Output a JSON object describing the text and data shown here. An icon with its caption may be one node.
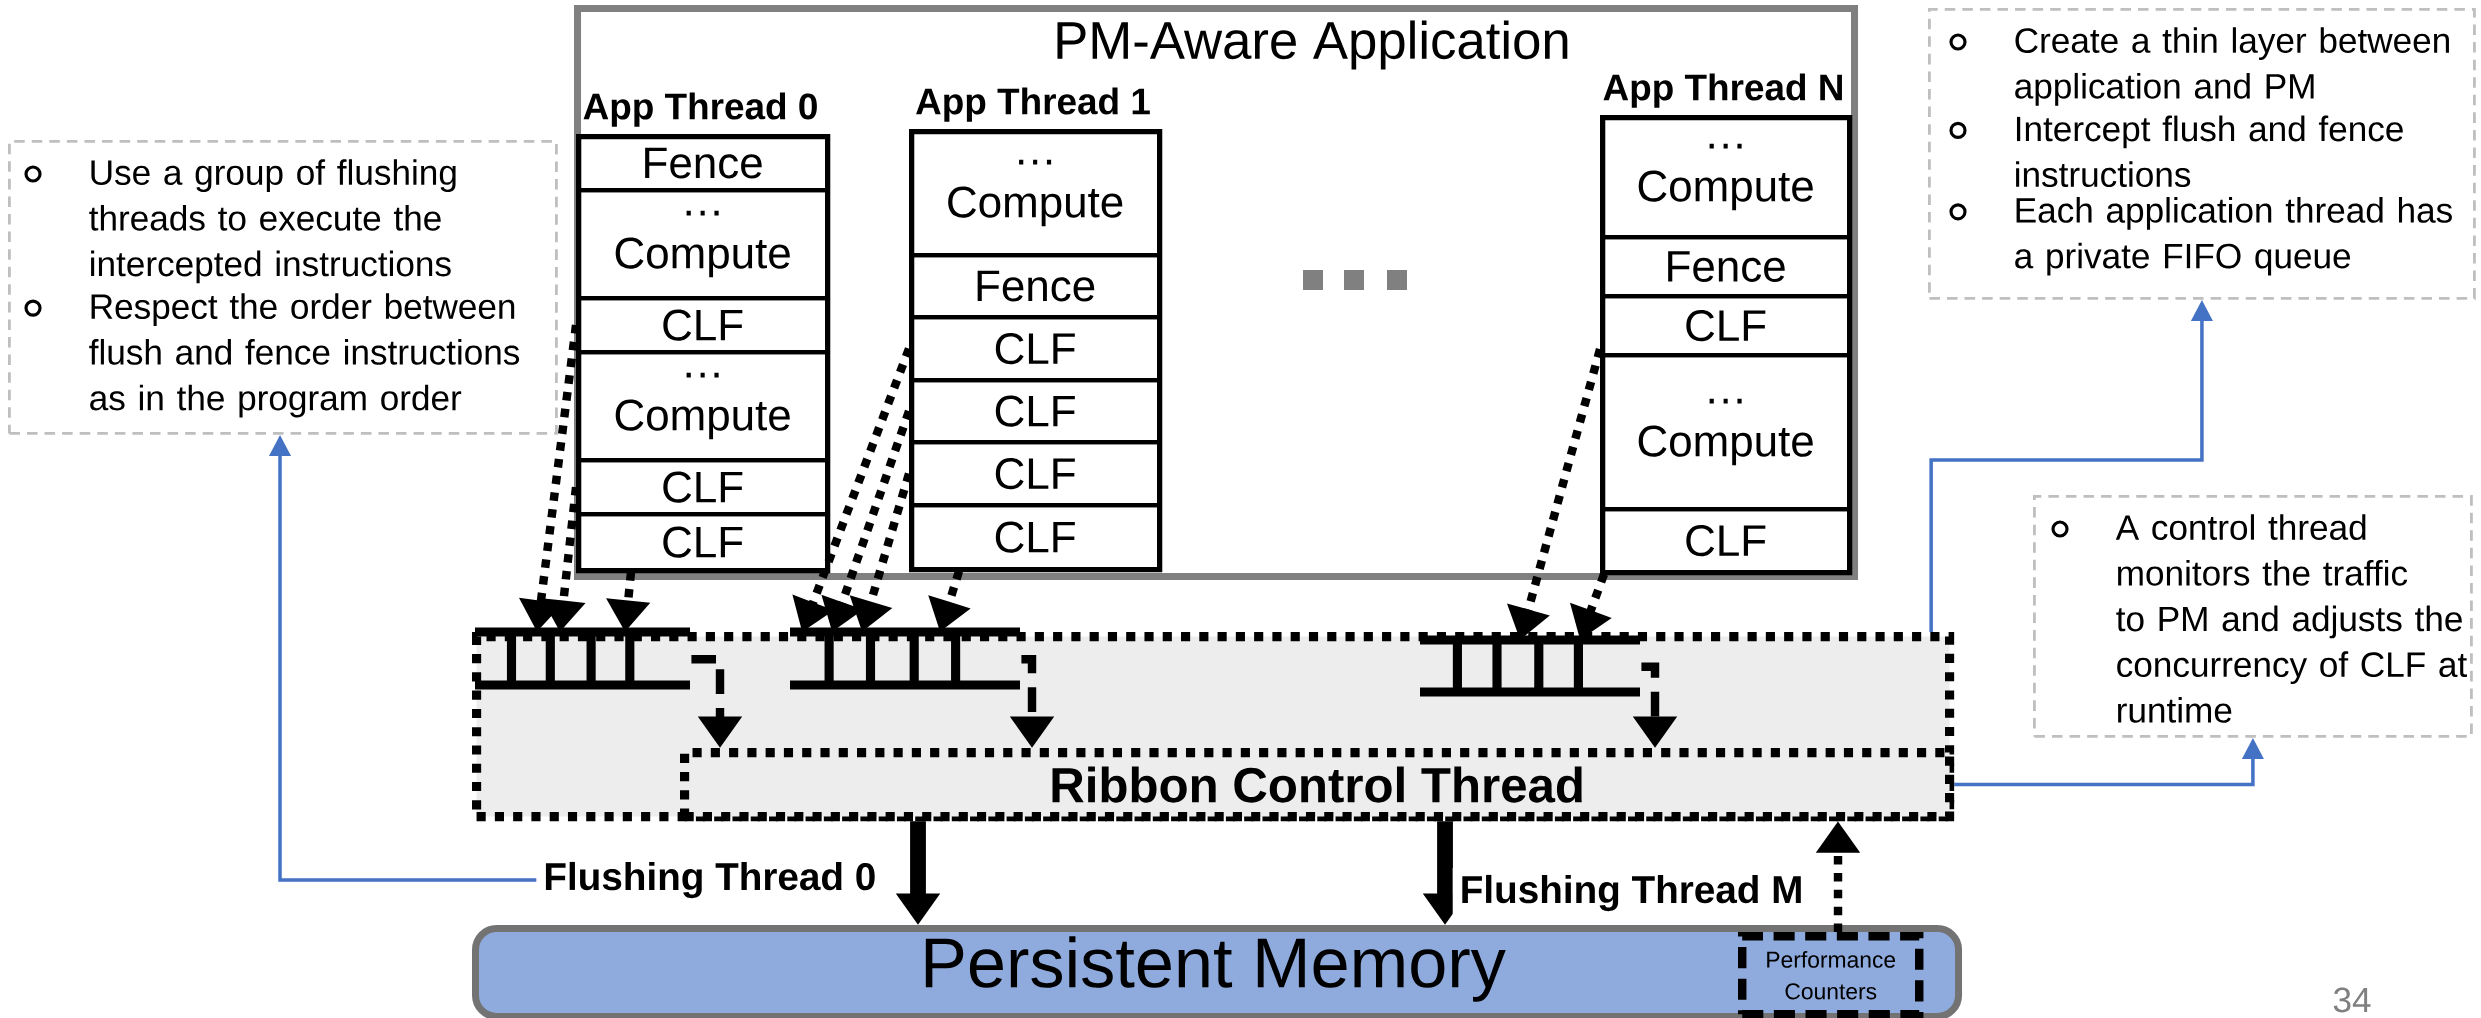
{
  "diagram": {
    "nodes": [
      {
        "text": [
          "PM-Aware Application"
        ]
      },
      {
        "text": [
          "App Thread 0"
        ],
        "in": 0
      },
      {
        "text": [
          "Fence"
        ],
        "in": 1
      },
      {
        "text": [
          "… Compute"
        ],
        "in": 1
      },
      {
        "text": [
          "CLF"
        ],
        "in": 1
      },
      {
        "text": [
          "… Compute"
        ],
        "in": 1
      },
      {
        "text": [
          "CLF"
        ],
        "in": 1
      },
      {
        "text": [
          "CLF"
        ],
        "in": 1
      },
      {
        "text": [
          "App Thread 1"
        ],
        "in": 0
      },
      {
        "text": [
          "… Compute"
        ],
        "in": 8
      },
      {
        "text": [
          "Fence"
        ],
        "in": 8
      },
      {
        "text": [
          "CLF"
        ],
        "in": 8
      },
      {
        "text": [
          "CLF"
        ],
        "in": 8
      },
      {
        "text": [
          "CLF"
        ],
        "in": 8
      },
      {
        "text": [
          "CLF"
        ],
        "in": 8
      },
      {
        "text": [
          "App Thread N"
        ],
        "in": 0
      },
      {
        "text": [
          "… Compute"
        ],
        "in": 15
      },
      {
        "text": [
          "Fence"
        ],
        "in": 15
      },
      {
        "text": [
          "CLF"
        ],
        "in": 15
      },
      {
        "text": [
          "… Compute"
        ],
        "in": 15
      },
      {
        "text": [
          "CLF"
        ],
        "in": 15
      },
      {
        "text": [],
        "shape": "box"
      },
      {
        "text": [],
        "shape": "queue",
        "in": 21
      },
      {
        "text": [],
        "shape": "queue",
        "in": 21
      },
      {
        "text": [],
        "shape": "queue",
        "in": 21
      },
      {
        "text": [
          "Ribbon Control Thread"
        ],
        "in": 21
      },
      {
        "text": [
          "Persistent Memory"
        ]
      },
      {
        "text": [
          "Performance Counters"
        ],
        "in": 26
      },
      {
        "text": [
          "Use a group of flushing threads to execute the intercepted instructions",
          "Respect the order between flush and fence instructions as in the program order"
        ]
      },
      {
        "text": [
          "Create a thin layer between application and PM",
          "Intercept flush and fence instructions",
          "Each application thread has a private FIFO queue"
        ]
      },
      {
        "text": [
          "A control thread monitors the traffic to PM and adjusts the concurrency of CLF at runtime"
        ]
      }
    ],
    "edges": [
      {
        "from": 4,
        "to": 22,
        "arrow": "to",
        "style": "dashed"
      },
      {
        "from": 6,
        "to": 22,
        "arrow": "to",
        "style": "dashed"
      },
      {
        "from": 7,
        "to": 22,
        "arrow": "to",
        "style": "dashed"
      },
      {
        "from": 11,
        "to": 23,
        "arrow": "to",
        "style": "dashed"
      },
      {
        "from": 12,
        "to": 23,
        "arrow": "to",
        "style": "dashed"
      },
      {
        "from": 13,
        "to": 23,
        "arrow": "to",
        "style": "dashed"
      },
      {
        "from": 14,
        "to": 23,
        "arrow": "to",
        "style": "dashed"
      },
      {
        "from": 18,
        "to": 24,
        "arrow": "to",
        "style": "dashed"
      },
      {
        "from": 20,
        "to": 24,
        "arrow": "to",
        "style": "dashed"
      },
      {
        "from": 22,
        "to": 25,
        "arrow": "to",
        "style": "dashed"
      },
      {
        "from": 23,
        "to": 25,
        "arrow": "to",
        "style": "dashed"
      },
      {
        "from": 24,
        "to": 25,
        "arrow": "to",
        "style": "dashed"
      },
      {
        "from": 25,
        "to": 26,
        "arrow": "to",
        "style": "thick",
        "label": "Flushing Thread 0"
      },
      {
        "from": 25,
        "to": 26,
        "arrow": "to",
        "style": "thick",
        "label": "Flushing Thread M"
      },
      {
        "from": 27,
        "to": 25,
        "arrow": "to",
        "style": "dashed"
      },
      {
        "from": null,
        "to": 28,
        "arrow": "to",
        "color": "#4472c4"
      },
      {
        "from": 21,
        "to": 29,
        "arrow": "to",
        "color": "#4472c4"
      },
      {
        "from": 25,
        "to": 30,
        "arrow": "to",
        "color": "#4472c4"
      }
    ],
    "labels": [
      "34"
    ]
  }
}
